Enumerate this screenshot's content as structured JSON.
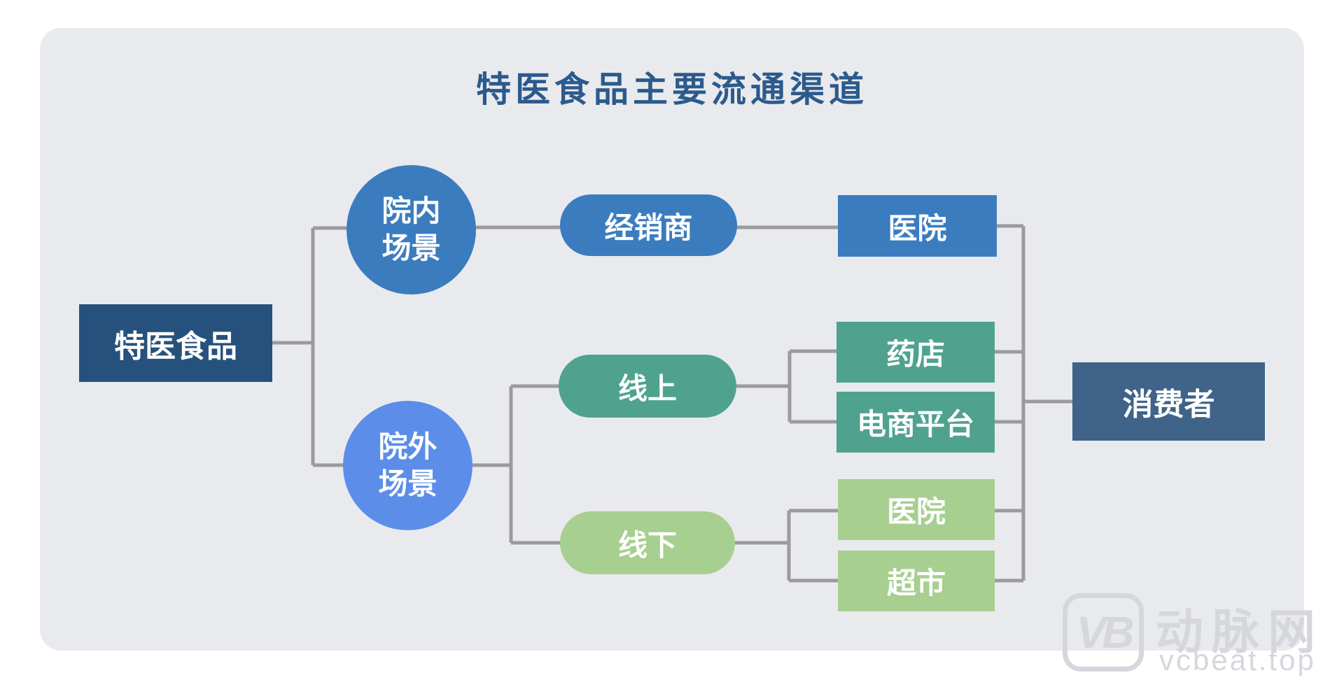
{
  "title": "特医食品主要流通渠道",
  "nodes": {
    "root": {
      "label": "特医食品"
    },
    "scene_in": {
      "line1": "院内",
      "line2": "场景"
    },
    "scene_out": {
      "line1": "院外",
      "line2": "场景"
    },
    "dealer": {
      "label": "经销商"
    },
    "hospital_in": {
      "label": "医院"
    },
    "online": {
      "label": "线上"
    },
    "pharmacy": {
      "label": "药店"
    },
    "ecommerce": {
      "label": "电商平台"
    },
    "offline": {
      "label": "线下"
    },
    "hospital_out": {
      "label": "医院"
    },
    "supermarket": {
      "label": "超市"
    },
    "consumer": {
      "label": "消费者"
    }
  },
  "edges": [
    "特医食品-院内场景",
    "特医食品-院外场景",
    "院内场景-经销商",
    "经销商-医院",
    "院外场景-线上",
    "院外场景-线下",
    "线上-药店",
    "线上-电商平台",
    "线下-医院",
    "线下-超市",
    "医院-消费者",
    "药店-消费者",
    "电商平台-消费者",
    "超市-消费者"
  ],
  "colors": {
    "dark_navy": "#26517d",
    "blue": "#3b7cbf",
    "cornflower": "#5c8de8",
    "teal": "#4fa28e",
    "light_green": "#a6cf90",
    "slate": "#3f6389",
    "connector_gray": "#9a9aa0",
    "title_text": "#2c5a8c",
    "panel_background": "#e9eaee",
    "watermark_gray": "#d6d7dc"
  },
  "watermark": {
    "logo_text": "VB",
    "brand": "动脉网",
    "site": "vcbeat.top"
  }
}
